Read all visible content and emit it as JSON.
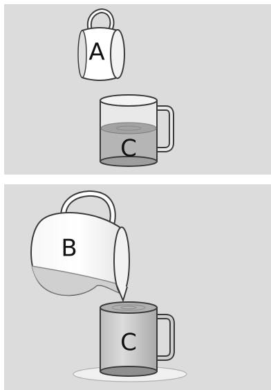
{
  "panels": [
    {
      "id": "top",
      "labels": {
        "small_cup": "A",
        "mug": "C"
      }
    },
    {
      "id": "bottom",
      "labels": {
        "pitcher": "B",
        "mug": "C"
      }
    }
  ],
  "colors": {
    "panel_bg": "#dcdcdc",
    "outline": "#3a3a3a",
    "glass": "#e9e9e9",
    "water": "#b5b5b5",
    "white": "#ffffff"
  }
}
